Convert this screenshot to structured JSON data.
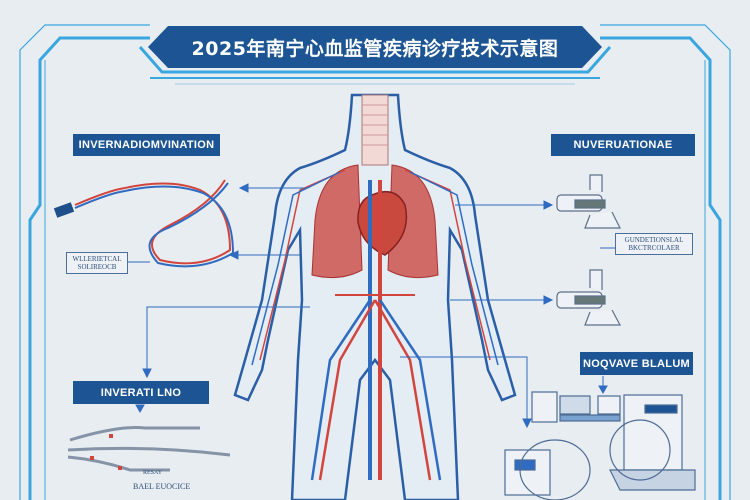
{
  "title": "2025年南宁心血监管疾病诊疗技术示意图",
  "labels": {
    "top_left": "INVERNADIOMVINATION",
    "top_right": "NUVERUATIONAE",
    "bottom_left": "INVERATI LNO",
    "bottom_right": "NOQVAVE BLALUM"
  },
  "captions": {
    "catheter_line1": "WLLERIETCAL",
    "catheter_line2": "SOLIREOCB",
    "device_line1": "GUNDETIONSLAL",
    "device_line2": "BKCTRCOLAER",
    "wire_note1": "RESAY",
    "wire_note2": "BAEL EUOCICE"
  },
  "colors": {
    "primary": "#1d5594",
    "accent": "#3aa6e0",
    "artery": "#d2453e",
    "vein": "#2f6bc0",
    "background": "#e8edf1"
  }
}
